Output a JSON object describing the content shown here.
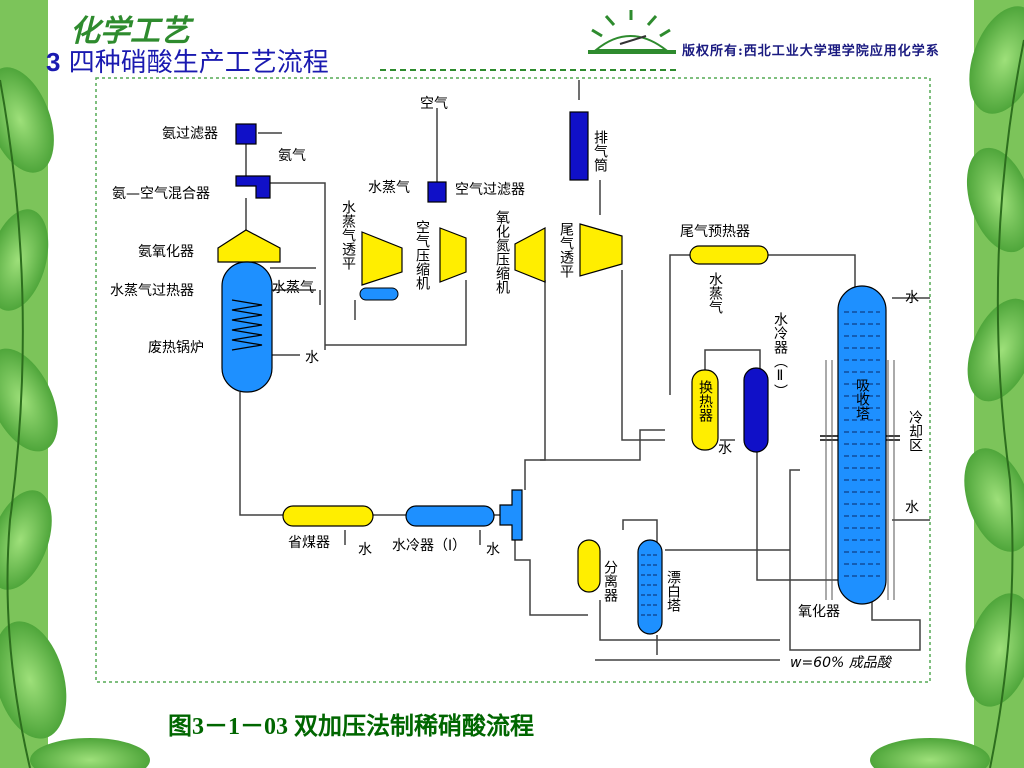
{
  "header": {
    "logo_text": "化学工艺",
    "section_number": "3",
    "section_title": "四种硝酸生产工艺流程",
    "copyright": "版权所有:西北工业大学理学院应用化学系"
  },
  "caption": "图3－1－03 双加压法制稀硝酸流程",
  "colors": {
    "title_blue": "#1a1ab0",
    "caption_green": "#006600",
    "vessel_blue": "#1e90ff",
    "vessel_darkblue": "#1010c8",
    "vessel_yellow": "#ffee00",
    "pipe_gray": "#404040",
    "leaf_green": "#4caf50"
  },
  "labels": {
    "ammonia_filter": "氨过滤器",
    "ammonia_gas": "氨气",
    "ammonia_air_mixer": "氨—空气混合器",
    "ammonia_oxidizer": "氨氧化器",
    "steam_superheater": "水蒸气过热器",
    "waste_heat_boiler": "废热锅炉",
    "steam_in": "水蒸气",
    "water_boiler": "水",
    "air": "空气",
    "steam_top": "水蒸气",
    "air_filter": "空气过滤器",
    "steam_turbine": "水蒸气透平",
    "air_compressor": "空气压缩机",
    "no_compressor": "氧化氮压缩机",
    "tail_gas_turbine": "尾气透平",
    "exhaust_stack": "排气筒",
    "tail_gas_preheater": "尾气预热器",
    "steam_preheater": "水蒸气",
    "water_cooler_2": "水冷器（Ⅱ）",
    "heat_exchanger": "换热器",
    "water_hx": "水",
    "absorption_tower": "吸收塔",
    "cooling_zone": "冷却区",
    "water_top": "水",
    "water_mid": "水",
    "oxidizer_bottom": "氧化器",
    "economizer": "省煤器",
    "water_econ": "水",
    "water_cooler_1": "水冷器（Ⅰ）",
    "water_wc1": "水",
    "separator": "分离器",
    "bleaching_tower": "漂白塔",
    "product_acid": "w=60% 成品酸"
  }
}
